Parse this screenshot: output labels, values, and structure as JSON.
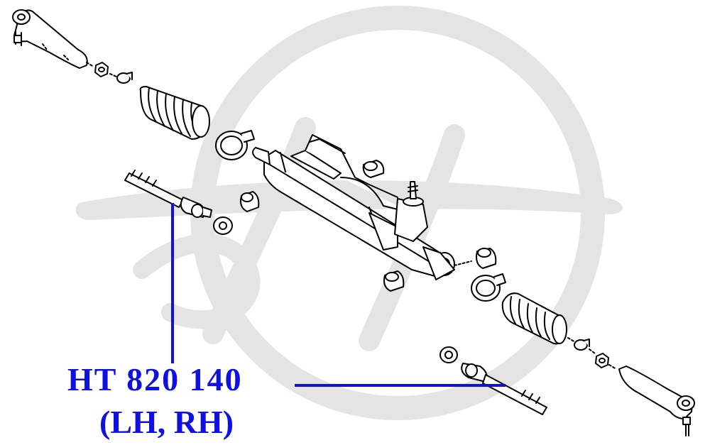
{
  "label": {
    "part_number": "HT 820 140",
    "sides": "(LH, RH)"
  },
  "colors": {
    "label": "#1010e0",
    "leader": "#1010e0",
    "drawing": "#000000",
    "watermark": "#e4e4e4",
    "background": "#ffffff"
  },
  "watermark": {
    "type": "brand-logo"
  }
}
